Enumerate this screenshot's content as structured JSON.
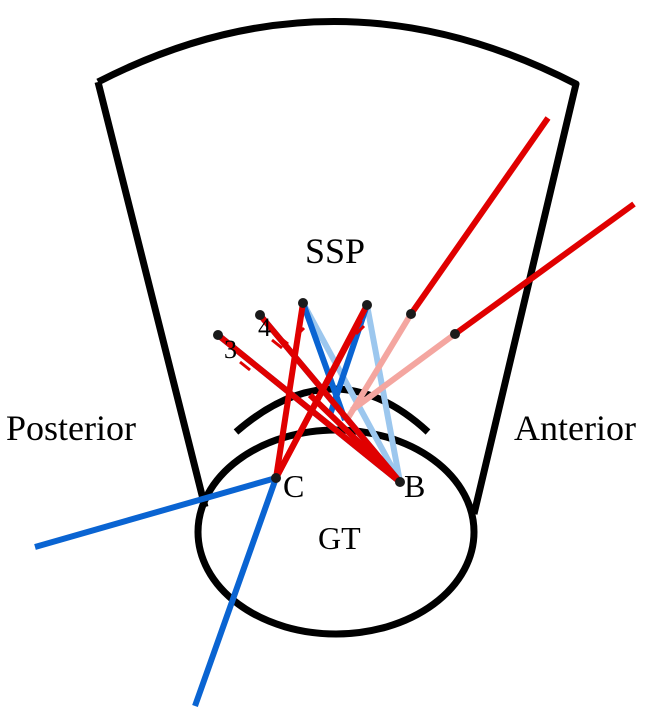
{
  "labels": {
    "ssp": "SSP",
    "posterior": "Posterior",
    "anterior": "Anterior",
    "gt": "GT",
    "point_c": "C",
    "point_b": "B",
    "anchor_3": "3",
    "anchor_4": "4"
  },
  "colors": {
    "outline": "#000000",
    "red": "#e00000",
    "blue": "#0a64d2",
    "light_red": "#f4a6a0",
    "light_blue": "#9cc7ee",
    "dot": "#1a1a1a"
  }
}
